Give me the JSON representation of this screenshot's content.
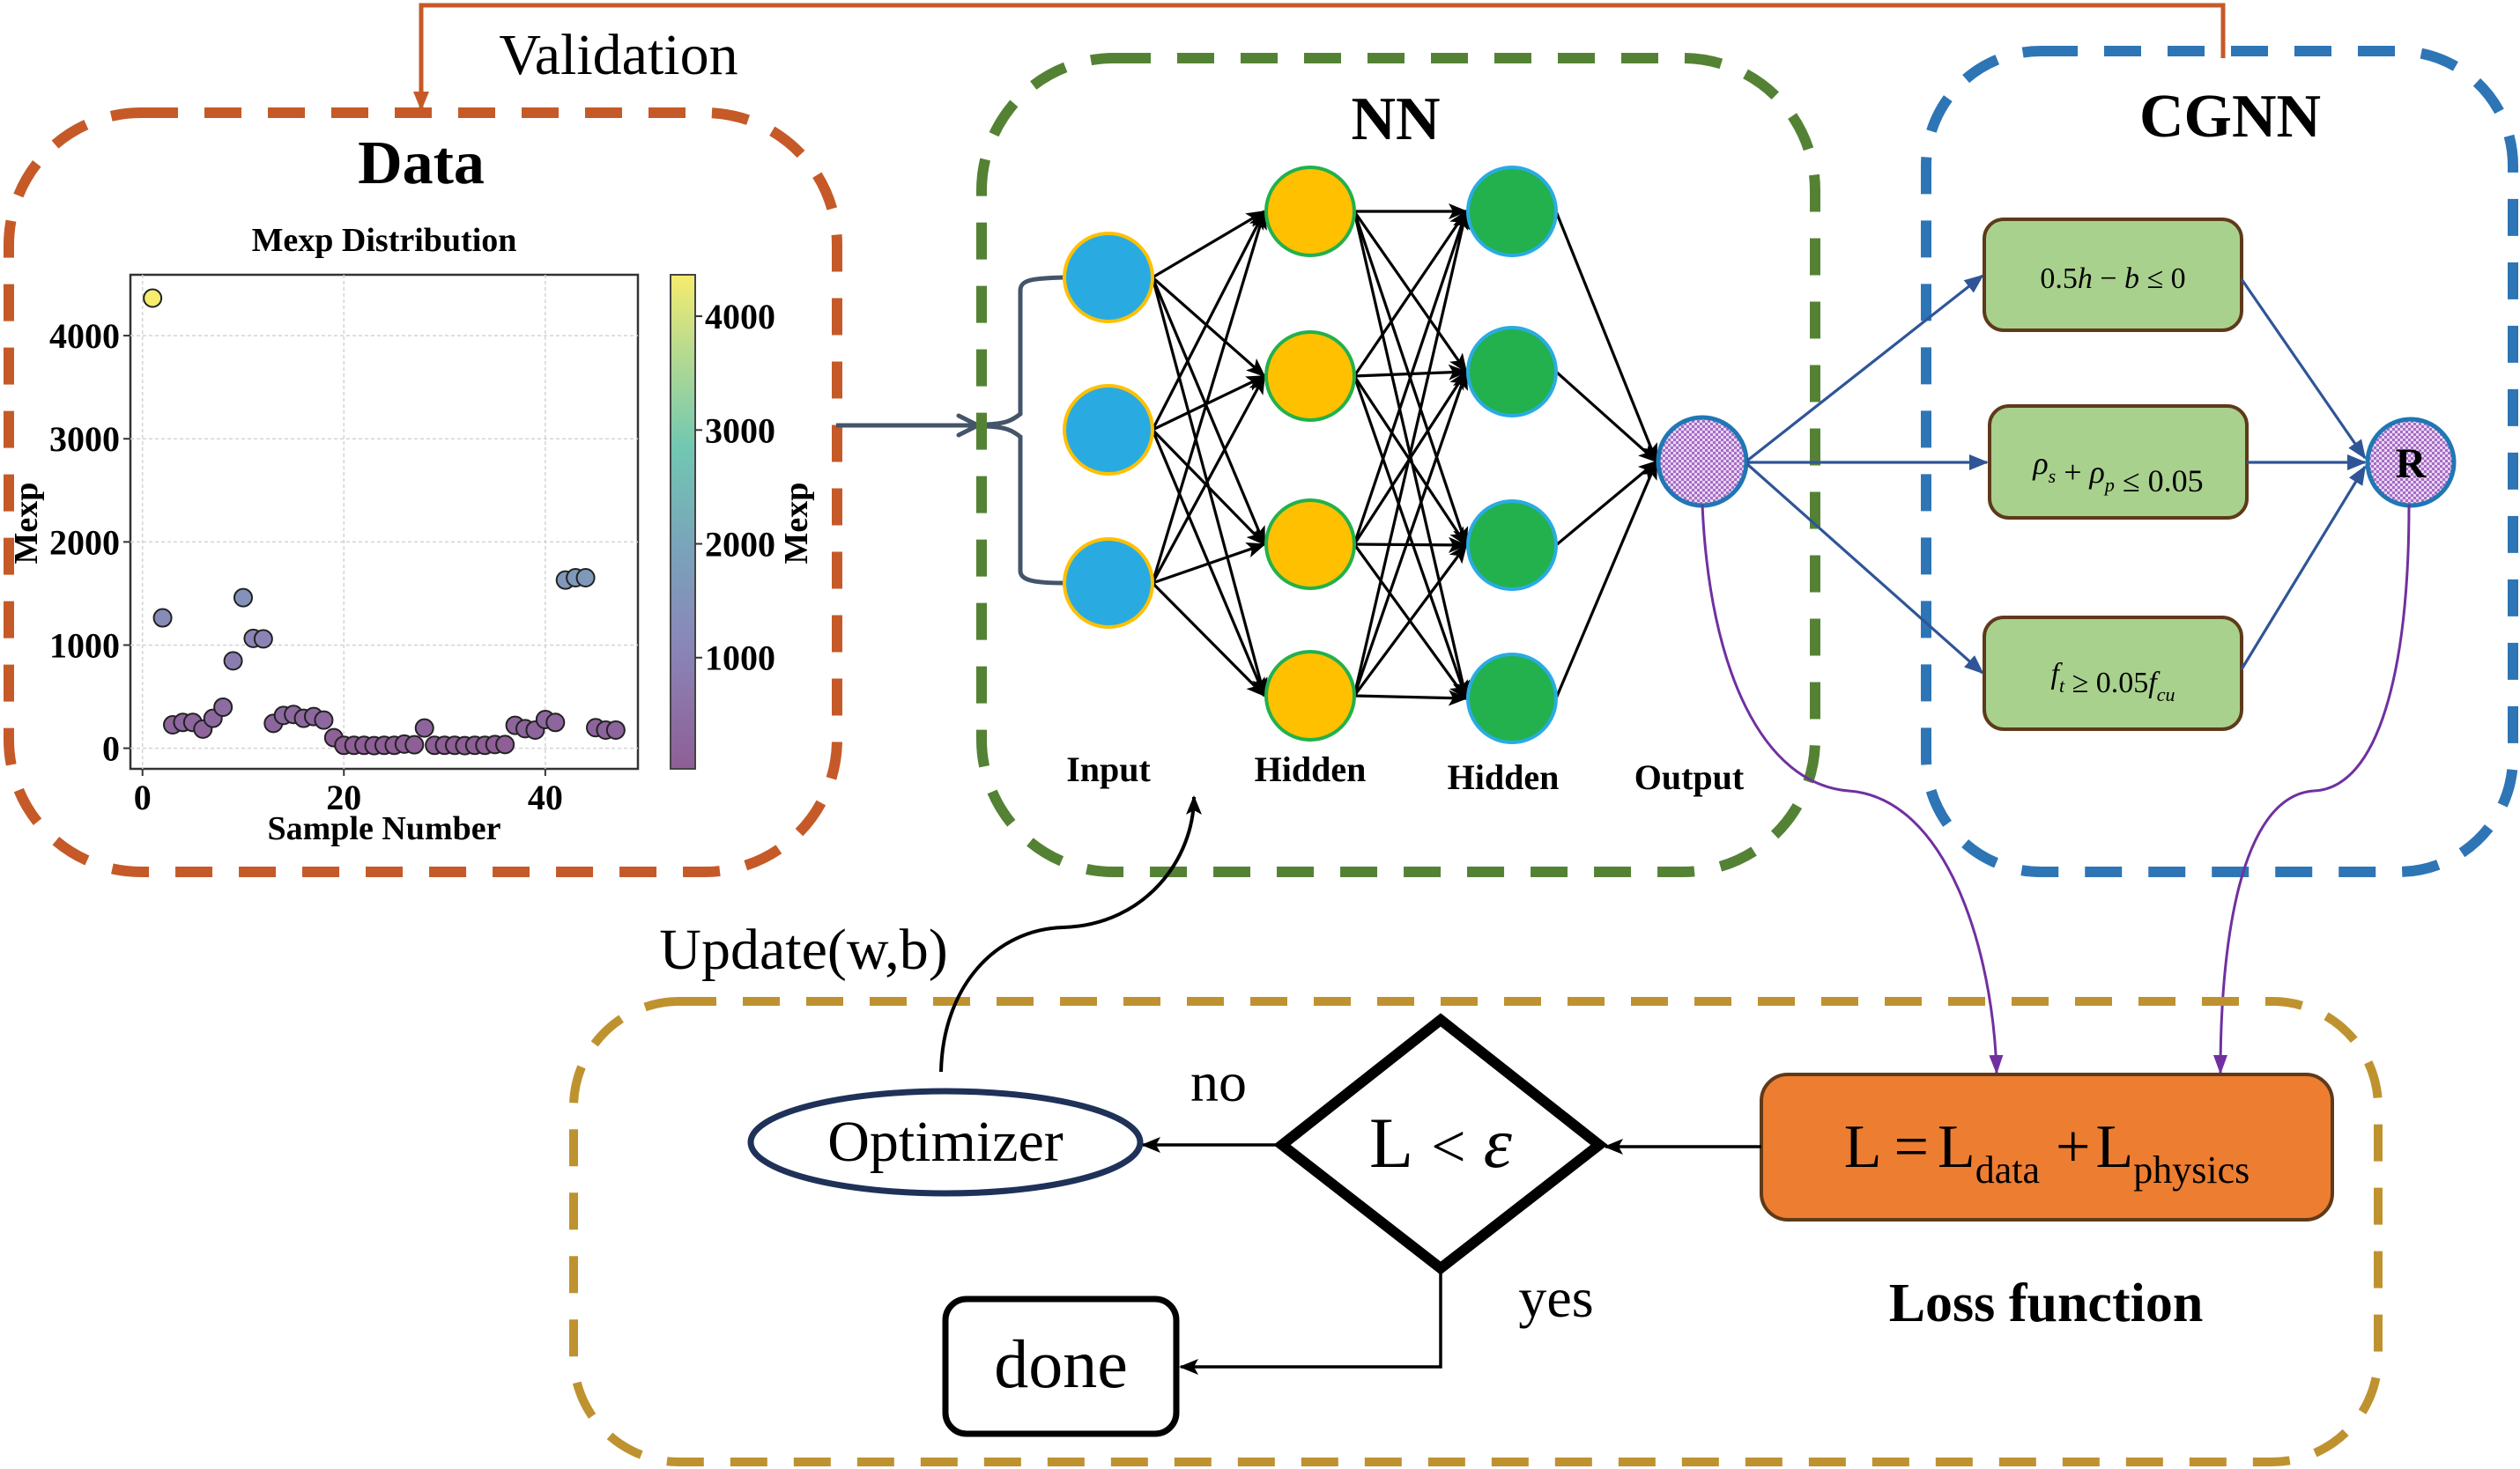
{
  "labels": {
    "validation": "Validation",
    "data_title": "Data",
    "nn_title": "NN",
    "cgnn_title": "CGNN",
    "layer_input": "Input",
    "layer_hidden_1": "Hidden",
    "layer_hidden_2": "Hidden",
    "layer_output": "Output",
    "update": "Update(w,b)",
    "optimizer": "Optimizer",
    "no": "no",
    "yes": "yes",
    "done": "done",
    "loss_function": "Loss function",
    "r_node": "R"
  },
  "condition": {
    "lhs": "L",
    "op": "<",
    "rhs": "ε"
  },
  "loss_formula": {
    "lhs": "L",
    "eq": "=",
    "term1": "L",
    "term1_sub": "data",
    "plus": "+",
    "term2": "L",
    "term2_sub": "physics"
  },
  "constraints": [
    {
      "parts": [
        {
          "t": "0.5",
          "i": false
        },
        {
          "t": "h",
          "i": true
        },
        {
          "t": " − ",
          "i": false
        },
        {
          "t": "b",
          "i": true
        },
        {
          "t": " ≤ 0",
          "i": false
        }
      ]
    },
    {
      "parts": [
        {
          "t": "ρ",
          "i": true,
          "sub": "s"
        },
        {
          "t": " + ",
          "i": false
        },
        {
          "t": "ρ",
          "i": true,
          "sub": "p"
        },
        {
          "t": " ≤ 0.05",
          "i": false
        }
      ]
    },
    {
      "parts": [
        {
          "t": "f",
          "i": true,
          "sub": "t"
        },
        {
          "t": " ≥ 0.05",
          "i": false
        },
        {
          "t": "f",
          "i": true,
          "sub": "cu"
        }
      ]
    }
  ],
  "network": {
    "layers": [
      3,
      4,
      4,
      1
    ]
  },
  "colors": {
    "data_border": "#C55A28",
    "nn_border": "#548235",
    "cgnn_border": "#2E75B6",
    "loss_border": "#BF9230",
    "input_node": "#29ABE2",
    "hidden1_node": "#FFC000",
    "hidden2_node": "#22B14C",
    "output_node": "#9B59B6",
    "constraint_box": "#A9D18E",
    "loss_box": "#ED7D31",
    "flow_arrow": "#2F5597",
    "loss_arrow": "#7030A0"
  },
  "chart_data": {
    "type": "scatter",
    "title": "Mexp Distribution",
    "xlabel": "Sample Number",
    "ylabel": "Mexp",
    "colorbar_label": "Mexp",
    "colormap": "viridis",
    "xlim": [
      -1.2,
      49.2
    ],
    "ylim": [
      -200,
      4590
    ],
    "xticks": [
      0,
      20,
      40
    ],
    "yticks": [
      0,
      1000,
      2000,
      3000,
      4000
    ],
    "colorbar_ticks": [
      1000,
      2000,
      3000,
      4000
    ],
    "colorbar_range": [
      23,
      4364
    ],
    "grid": true,
    "x": [
      1,
      2,
      3,
      4,
      5,
      6,
      7,
      8,
      9,
      10,
      11,
      12,
      13,
      14,
      15,
      16,
      17,
      18,
      19,
      20,
      21,
      22,
      23,
      24,
      25,
      26,
      27,
      28,
      29,
      30,
      31,
      32,
      33,
      34,
      35,
      36,
      37,
      38,
      39,
      40,
      41,
      42,
      43,
      44,
      45,
      46,
      47
    ],
    "y": [
      4364,
      1264,
      227,
      250,
      250,
      185,
      290,
      398,
      847,
      1460,
      1065,
      1060,
      241,
      318,
      327,
      290,
      307,
      273,
      102,
      28,
      28,
      28,
      25,
      28,
      28,
      40,
      34,
      196,
      28,
      28,
      28,
      25,
      28,
      28,
      36,
      36,
      222,
      190,
      176,
      278,
      250,
      1630,
      1653,
      1653,
      199,
      176,
      176
    ]
  }
}
